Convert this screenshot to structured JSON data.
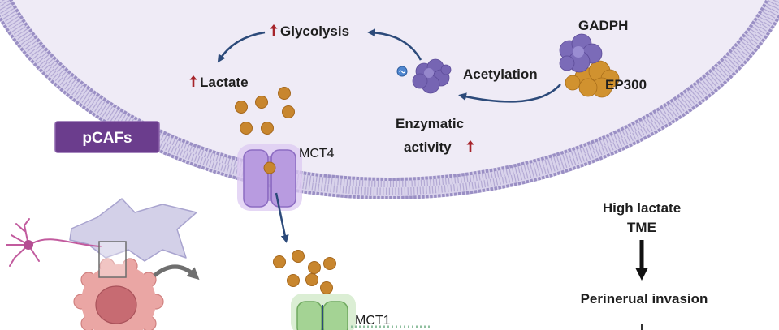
{
  "diagram": {
    "cell_interior": {
      "glycolysis": "Glycolysis",
      "lactate": "Lactate",
      "acetylation": "Acetylation",
      "gadph": "GADPH",
      "ep300": "EP300",
      "enzymatic": "Enzymatic",
      "activity": "activity"
    },
    "membrane": {
      "pcafs": "pCAFs",
      "mct4": "MCT4"
    },
    "microenvironment": {
      "mct1": "MCT1"
    },
    "outcome": {
      "high_lactate": "High lactate",
      "tme": "TME",
      "result": "Perinerual invasion"
    }
  },
  "icons": [
    "increase-arrow-icon",
    "acetyl-group-icon",
    "enzyme-protein-icon",
    "gadph-ep300-complex-icon",
    "lactate-molecule-icon",
    "mct4-transporter-icon",
    "mct1-transporter-icon",
    "neuron-icon",
    "fibroblast-icon",
    "cancer-cell-icon"
  ],
  "colors": {
    "pcafs_box": "#6b3d8d",
    "increase_arrow": "#a6232a",
    "lactate": "#c8862e",
    "flow_arrow": "#2c4a7a",
    "mct4": "#b89be0",
    "mct1": "#a4d394",
    "cell_interior": "#efebf6"
  }
}
